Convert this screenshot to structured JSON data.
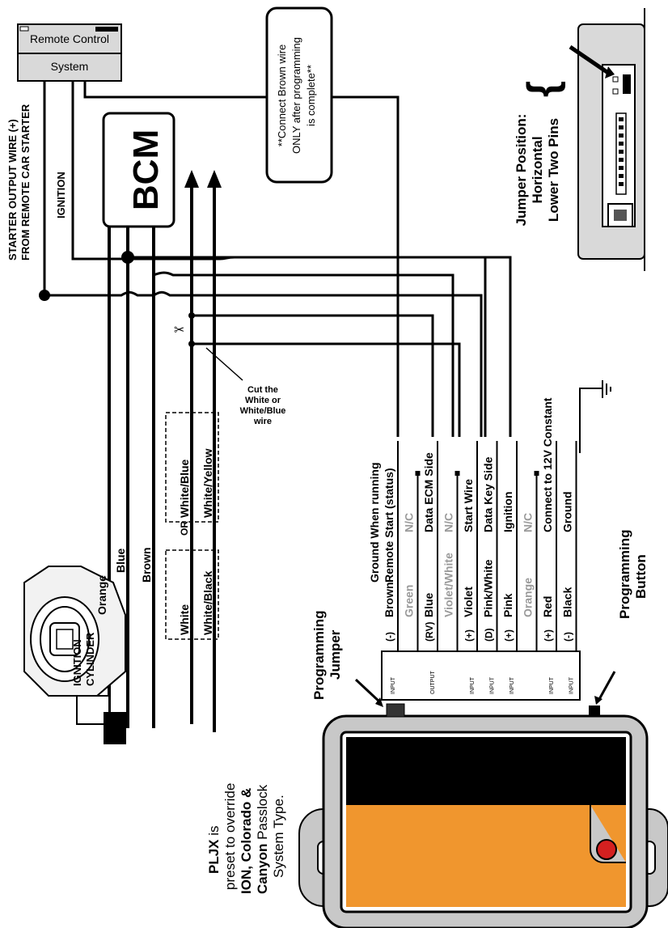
{
  "remote": {
    "line1": "Remote Control",
    "line2": "System"
  },
  "bcm": "BCM",
  "starter_note": {
    "line1": "STARTER OUTPUT WIRE (+)",
    "line2": "FROM REMOTE CAR STARTER"
  },
  "ignition_wire_label": "IGNITION",
  "brown_note": {
    "line1": "**Connect Brown wire",
    "line2": "ONLY after programming",
    "line3": "is complete**"
  },
  "jumper_position": {
    "line1": "Jumper Position:",
    "line2": "Horizontal",
    "line3": "Lower Two Pins"
  },
  "ignition_cylinder": {
    "line1": "IGNITION",
    "line2": "CYLINDER"
  },
  "cylinder_wires": {
    "orange": "Orange",
    "blue": "Blue",
    "brown": "Brown"
  },
  "option_box_a": {
    "line1": "White",
    "line2": "White/Black"
  },
  "or_label": "OR",
  "option_box_b": {
    "line1": "White/Blue",
    "line2": "White/Yellow"
  },
  "cut_note": {
    "line1": "Cut the",
    "line2": "White or",
    "line3": "White/Blue",
    "line4": "wire"
  },
  "ground_header": {
    "line1": "Ground When running",
    "line2": "Remote Start (status)"
  },
  "harness": [
    {
      "io": "INPUT",
      "polarity": "(-)",
      "wire": "Brown",
      "function": "",
      "grey": false
    },
    {
      "io": "",
      "polarity": "",
      "wire": "Green",
      "function": "N/C",
      "grey": true
    },
    {
      "io": "OUTPUT",
      "polarity": "(RV)",
      "wire": "Blue",
      "function": "Data ECM Side",
      "grey": false
    },
    {
      "io": "",
      "polarity": "",
      "wire": "Violet/White",
      "function": "N/C",
      "grey": true
    },
    {
      "io": "INPUT",
      "polarity": "(+)",
      "wire": "Violet",
      "function": "Start  Wire",
      "grey": false
    },
    {
      "io": "INPUT",
      "polarity": "(D)",
      "wire": "Pink/White",
      "function": "Data Key Side",
      "grey": false
    },
    {
      "io": "INPUT",
      "polarity": "(+)",
      "wire": "Pink",
      "function": "Ignition",
      "grey": false
    },
    {
      "io": "",
      "polarity": "",
      "wire": "Orange",
      "function": "N/C",
      "grey": true
    },
    {
      "io": "INPUT",
      "polarity": "(+)",
      "wire": "Red",
      "function": "Connect to 12V Constant",
      "grey": false
    },
    {
      "io": "INPUT",
      "polarity": "(-)",
      "wire": "Black",
      "function": "Ground",
      "grey": false
    }
  ],
  "programming_jumper": {
    "line1": "Programming",
    "line2": "Jumper"
  },
  "programming_button": {
    "line1": "Programming",
    "line2": "Button"
  },
  "plj_note": {
    "line1a": "PLJX",
    "line1b": " is",
    "line2": "preset to override",
    "line3": "ION, Colorado &",
    "line4a": "Canyon",
    "line4b": " Passlock",
    "line5": "System Type."
  },
  "colors": {
    "module_orange": "#f0962e",
    "led_red": "#d42020",
    "bezel_grey": "#c8c8c8",
    "n_c_grey": "#9a9a9a"
  }
}
